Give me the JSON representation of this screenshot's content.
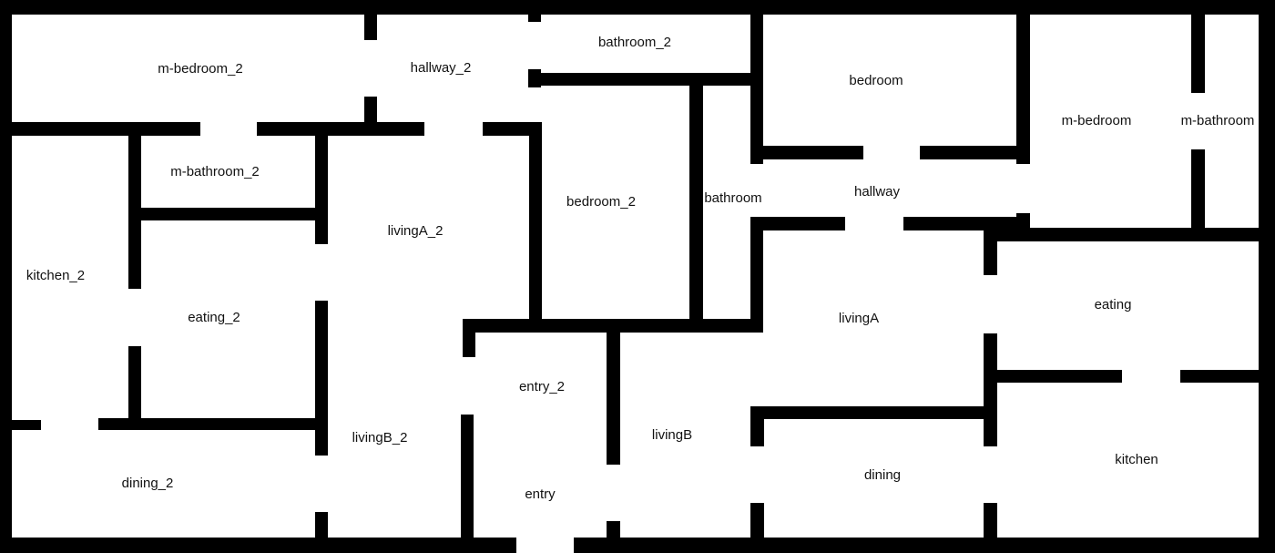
{
  "colors": {
    "wall": "#000000",
    "background": "#ffffff",
    "label": "#111111"
  },
  "rooms": {
    "m_bedroom_2": "m-bedroom_2",
    "hallway_2": "hallway_2",
    "bathroom_2": "bathroom_2",
    "bedroom": "bedroom",
    "m_bedroom": "m-bedroom",
    "m_bathroom": "m-bathroom",
    "m_bathroom_2": "m-bathroom_2",
    "bedroom_2": "bedroom_2",
    "bathroom": "bathroom",
    "hallway": "hallway",
    "livingA_2": "livingA_2",
    "kitchen_2": "kitchen_2",
    "eating_2": "eating_2",
    "eating": "eating",
    "livingA": "livingA",
    "entry_2": "entry_2",
    "livingB_2": "livingB_2",
    "livingB": "livingB",
    "dining_2": "dining_2",
    "dining": "dining",
    "kitchen": "kitchen",
    "entry": "entry"
  }
}
